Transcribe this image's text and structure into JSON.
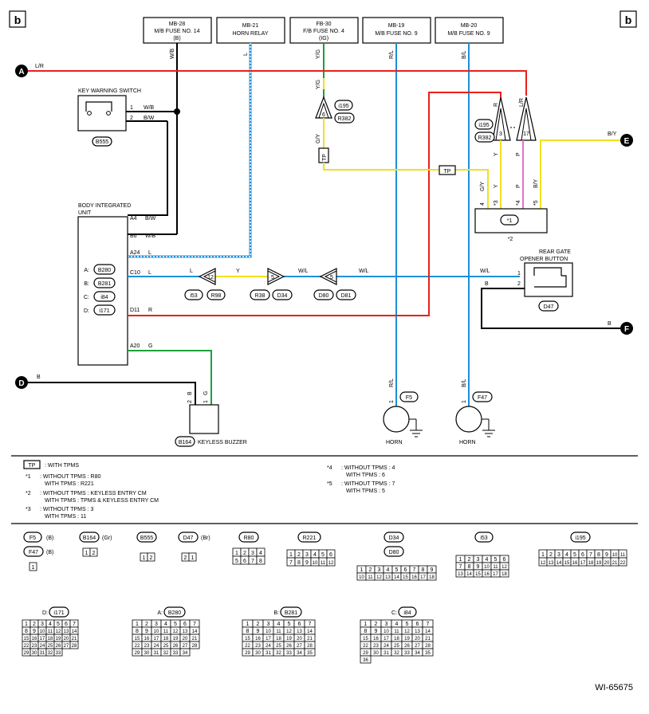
{
  "page": {
    "corner_label": "b",
    "code": "WI-65675"
  },
  "colors": {
    "red": "#e8201a",
    "blue": "#1e8fd8",
    "green": "#1ea03a",
    "yellow": "#f0e020",
    "pink": "#e870c8",
    "black": "#000000"
  },
  "fuse_boxes": [
    {
      "line1": "MB-28",
      "line2": "M/B FUSE NO. 14",
      "line3": "(B)",
      "wire": "W/B"
    },
    {
      "line1": "MB-21",
      "line2": "HORN RELAY",
      "line3": "",
      "wire": "L"
    },
    {
      "line1": "FB-30",
      "line2": "F/B FUSE NO. 4",
      "line3": "(IG)",
      "wire": "Y/G"
    },
    {
      "line1": "MB-19",
      "line2": "M/B FUSE NO. 9",
      "line3": "",
      "wire": "R/L"
    },
    {
      "line1": "MB-20",
      "line2": "M/B FUSE NO. 9",
      "line3": "",
      "wire": "B/L"
    }
  ],
  "ground_points": {
    "A": "A",
    "D": "D",
    "E": "E",
    "F": "F"
  },
  "wires": {
    "a_line": "L/R",
    "yg": "Y/G",
    "gy": "G/Y",
    "wl": "W/L",
    "b": "B",
    "r": "R",
    "l": "L",
    "y": "Y",
    "p": "P",
    "by": "B/Y",
    "lr": "L/R",
    "g": "G",
    "wb": "W/B",
    "bw": "B/W",
    "rl": "R/L",
    "bl": "B/L"
  },
  "key_warning_switch": {
    "title": "KEY WARNING SWITCH",
    "connector": "B555",
    "pins": [
      "1",
      "2"
    ],
    "wires": [
      "W/B",
      "B/W"
    ]
  },
  "body_unit": {
    "title1": "BODY INTEGRATED",
    "title2": "UNIT",
    "pins": [
      {
        "pin": "A4",
        "wire": "B/W"
      },
      {
        "pin": "B6",
        "wire": "W/B"
      },
      {
        "pin": "A24",
        "wire": "L"
      },
      {
        "pin": "C10",
        "wire": "L"
      },
      {
        "pin": "D11",
        "wire": "R"
      },
      {
        "pin": "A20",
        "wire": "G"
      }
    ],
    "connectors": [
      {
        "letter": "A:",
        "id": "B280"
      },
      {
        "letter": "B:",
        "id": "B281"
      },
      {
        "letter": "C:",
        "id": "i84"
      },
      {
        "letter": "D:",
        "id": "i171"
      }
    ]
  },
  "joint_connectors": {
    "i195_top": "i195",
    "r382_top": "R382",
    "i195_right": "i195",
    "r382_right": "R382",
    "i53": "i53",
    "r98": "R98",
    "r38": "R38",
    "d34": "D34",
    "d80": "D80",
    "d81": "D81",
    "pin12": "12",
    "pin5a": "5",
    "pin5b": "5",
    "pin6": "6",
    "pin3": "3",
    "pin17": "17",
    "pin6b": "6"
  },
  "tp": {
    "label": "TP"
  },
  "cm_box": {
    "connector": "*1",
    "note": "*2",
    "pins": [
      "4",
      "*3",
      "*4",
      "*5"
    ],
    "wires": [
      "G/Y",
      "Y",
      "P",
      "B/Y"
    ]
  },
  "rear_gate": {
    "title1": "REAR GATE",
    "title2": "OPENER BUTTON",
    "connector": "D47",
    "pins": [
      "1",
      "2"
    ],
    "wires": [
      "W/L",
      "B"
    ]
  },
  "keyless_buzzer": {
    "title": "KEYLESS BUZZER",
    "connector": "B164",
    "pins": [
      "2",
      "1"
    ],
    "wires": [
      "B",
      "G"
    ]
  },
  "horns": [
    {
      "connector": "F5",
      "pin": "1",
      "wire": "R/L",
      "label": "HORN"
    },
    {
      "connector": "F47",
      "pin": "1",
      "wire": "B/L",
      "label": "HORN"
    }
  ],
  "legend": {
    "tp_text": ": WITH TPMS",
    "notes": [
      {
        "mark": "*1",
        "l1": ": WITHOUT TPMS  : R80",
        "l2": "WITH TPMS  : R221"
      },
      {
        "mark": "*2",
        "l1": ": WITHOUT TPMS  : KEYLESS ENTRY CM",
        "l2": "WITH TPMS  : TPMS & KEYLESS ENTRY CM"
      },
      {
        "mark": "*3",
        "l1": ": WITHOUT TPMS  : 3",
        "l2": "WITH TPMS  : 11"
      },
      {
        "mark": "*4",
        "l1": ": WITHOUT TPMS  : 4",
        "l2": "WITH TPMS  : 6"
      },
      {
        "mark": "*5",
        "l1": ": WITHOUT TPMS  : 7",
        "l2": "WITH TPMS  : 5"
      }
    ]
  },
  "connector_views": {
    "f5": "F5",
    "f5c": "(B)",
    "f47": "F47",
    "f47c": "(B)",
    "b164": "B164",
    "b164c": "(Gr)",
    "b555": "B555",
    "d47": "D47",
    "d47c": "(Br)",
    "r80": "R80",
    "r221": "R221",
    "d34": "D34",
    "d80": "D80",
    "i53": "i53",
    "i195": "i195",
    "d_i171": "D:",
    "i171": "i171",
    "a_b280": "A:",
    "b280": "B280",
    "b_b281": "B:",
    "b281": "B281",
    "c_i84": "C:",
    "i84": "i84"
  },
  "connector_pins": {
    "f47": [
      "1"
    ],
    "b164": [
      "1",
      "2"
    ],
    "b555": [
      "1",
      "2"
    ],
    "d47": [
      "2",
      "1"
    ],
    "r80": [
      "1",
      "2",
      "3",
      "4",
      "5",
      "6",
      "7",
      "8"
    ],
    "r221": [
      "1",
      "2",
      "3",
      "4",
      "5",
      "6",
      "7",
      "8",
      "9",
      "10",
      "11",
      "12"
    ],
    "d34": [
      "1",
      "2",
      "3",
      "4",
      "5",
      "6",
      "7",
      "8",
      "9",
      "10",
      "11",
      "12",
      "13",
      "14",
      "15",
      "16",
      "17",
      "18"
    ],
    "i53": [
      "1",
      "2",
      "3",
      "4",
      "5",
      "6",
      "7",
      "8",
      "9",
      "10",
      "11",
      "12",
      "13",
      "14",
      "15",
      "16",
      "17",
      "18"
    ],
    "i195": [
      "1",
      "2",
      "3",
      "4",
      "5",
      "6",
      "7",
      "8",
      "9",
      "10",
      "11",
      "12",
      "13",
      "14",
      "15",
      "16",
      "17",
      "18",
      "19",
      "20",
      "21",
      "22"
    ],
    "i171": [
      "1",
      "2",
      "3",
      "4",
      "5",
      "6",
      "7",
      "8",
      "9",
      "10",
      "11",
      "12",
      "13",
      "14",
      "15",
      "16",
      "17",
      "18",
      "19",
      "20",
      "21",
      "22",
      "23",
      "24",
      "25",
      "26",
      "27",
      "28",
      "29",
      "30",
      "31",
      "32",
      "33"
    ],
    "b280": [
      "1",
      "2",
      "3",
      "4",
      "5",
      "6",
      "7",
      "8",
      "9",
      "10",
      "11",
      "12",
      "13",
      "14",
      "15",
      "16",
      "17",
      "18",
      "19",
      "20",
      "21",
      "22",
      "23",
      "24",
      "25",
      "26",
      "27",
      "28",
      "29",
      "30",
      "31",
      "32",
      "33",
      "34"
    ],
    "b281": [
      "1",
      "2",
      "3",
      "4",
      "5",
      "6",
      "7",
      "8",
      "9",
      "10",
      "11",
      "12",
      "13",
      "14",
      "15",
      "16",
      "17",
      "18",
      "19",
      "20",
      "21",
      "22",
      "23",
      "24",
      "25",
      "26",
      "27",
      "28",
      "29",
      "30",
      "31",
      "32",
      "33",
      "34",
      "35"
    ],
    "i84": [
      "1",
      "2",
      "3",
      "4",
      "5",
      "6",
      "7",
      "8",
      "9",
      "10",
      "11",
      "12",
      "13",
      "14",
      "15",
      "16",
      "17",
      "18",
      "19",
      "20",
      "21",
      "22",
      "23",
      "24",
      "25",
      "26",
      "27",
      "28",
      "29",
      "30",
      "31",
      "32",
      "33",
      "34",
      "35",
      "36"
    ]
  }
}
